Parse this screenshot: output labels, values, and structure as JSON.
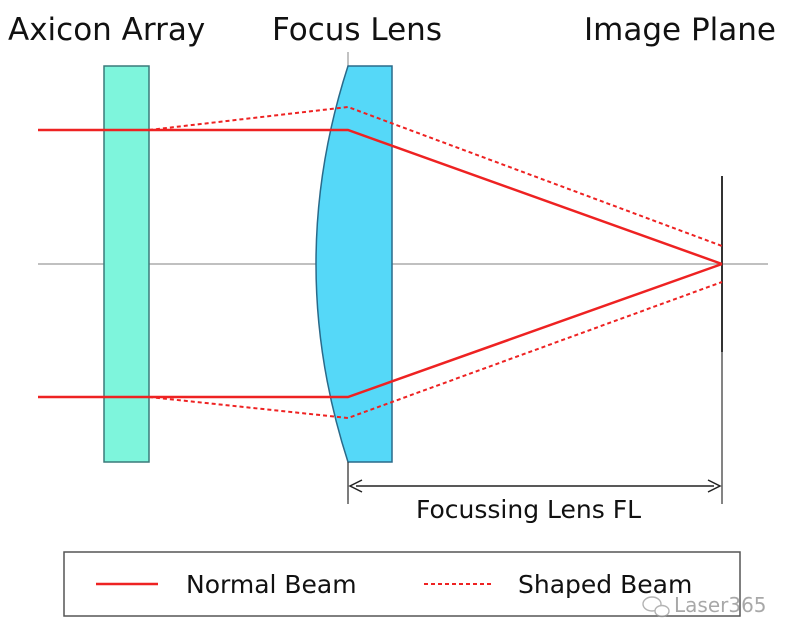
{
  "labels": {
    "axicon_array": "Axicon Array",
    "focus_lens": "Focus Lens",
    "image_plane": "Image Plane",
    "focal_length": "Focussing Lens FL"
  },
  "legend": {
    "normal_beam": "Normal Beam",
    "shaped_beam": "Shaped Beam"
  },
  "watermark": {
    "text": "Laser365"
  },
  "colors": {
    "beam": "#ee2222",
    "axicon_fill": "#7ef5dc",
    "lens_fill": "#55d8f8",
    "outline": "#3a7a7a",
    "axis": "#9a9a9a"
  },
  "icons": {
    "watermark_icon": "wechat-logo-icon"
  }
}
